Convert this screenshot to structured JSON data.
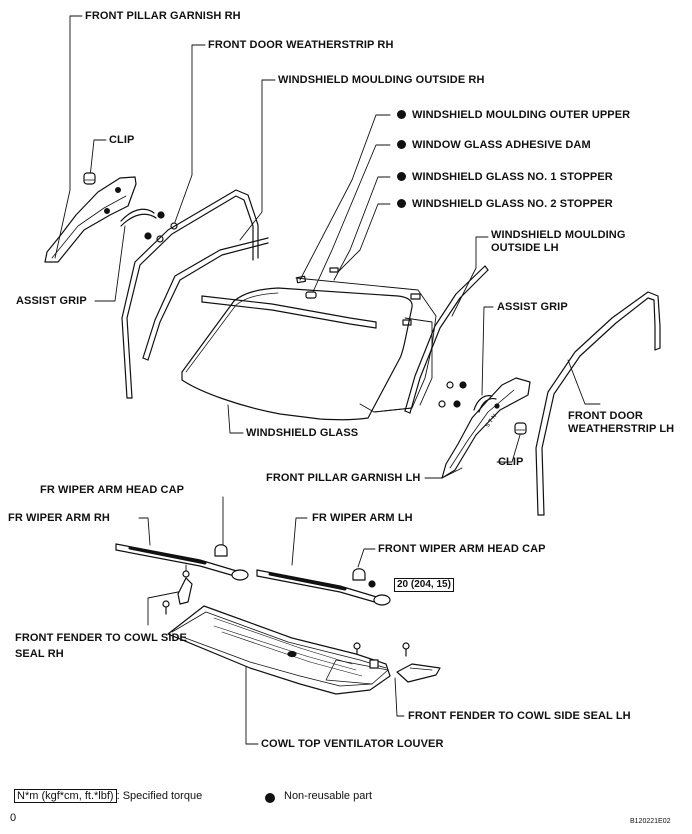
{
  "labels": {
    "front_pillar_garnish_rh": "FRONT PILLAR GARNISH RH",
    "front_door_weatherstrip_rh": "FRONT DOOR WEATHERSTRIP RH",
    "windshield_moulding_outside_rh": "WINDSHIELD MOULDING OUTSIDE RH",
    "windshield_moulding_outer_upper": "WINDSHIELD MOULDING OUTER UPPER",
    "window_glass_adhesive_dam": "WINDOW GLASS ADHESIVE DAM",
    "windshield_glass_no1_stopper": "WINDSHIELD GLASS NO. 1 STOPPER",
    "windshield_glass_no2_stopper": "WINDSHIELD GLASS NO. 2 STOPPER",
    "clip_rh": "CLIP",
    "windshield_moulding_outside_lh": "WINDSHIELD MOULDING OUTSIDE LH",
    "assist_grip_rh": "ASSIST GRIP",
    "assist_grip_lh": "ASSIST GRIP",
    "front_door_weatherstrip_lh": "FRONT DOOR WEATHERSTRIP LH",
    "windshield_glass": "WINDSHIELD GLASS",
    "clip_lh": "CLIP",
    "front_pillar_garnish_lh": "FRONT PILLAR GARNISH LH",
    "fr_wiper_arm_head_cap": "FR WIPER ARM HEAD CAP",
    "fr_wiper_arm_rh": "FR WIPER ARM RH",
    "fr_wiper_arm_lh": "FR WIPER ARM LH",
    "front_wiper_arm_head_cap": "FRONT WIPER ARM HEAD CAP",
    "front_fender_seal_rh": "FRONT FENDER TO COWL SIDE SEAL RH",
    "front_fender_seal_lh": "FRONT FENDER TO COWL SIDE SEAL LH",
    "cowl_top_ventilator_louver": "COWL TOP VENTILATOR LOUVER"
  },
  "torque": "20 (204, 15)",
  "legend": {
    "unit_box": "N*m (kgf*cm, ft.*lbf)",
    "unit_text": ": Specified torque",
    "nonreusable_text": "Non-reusable part"
  },
  "page_marker": "0",
  "figure_code": "B120221E02"
}
